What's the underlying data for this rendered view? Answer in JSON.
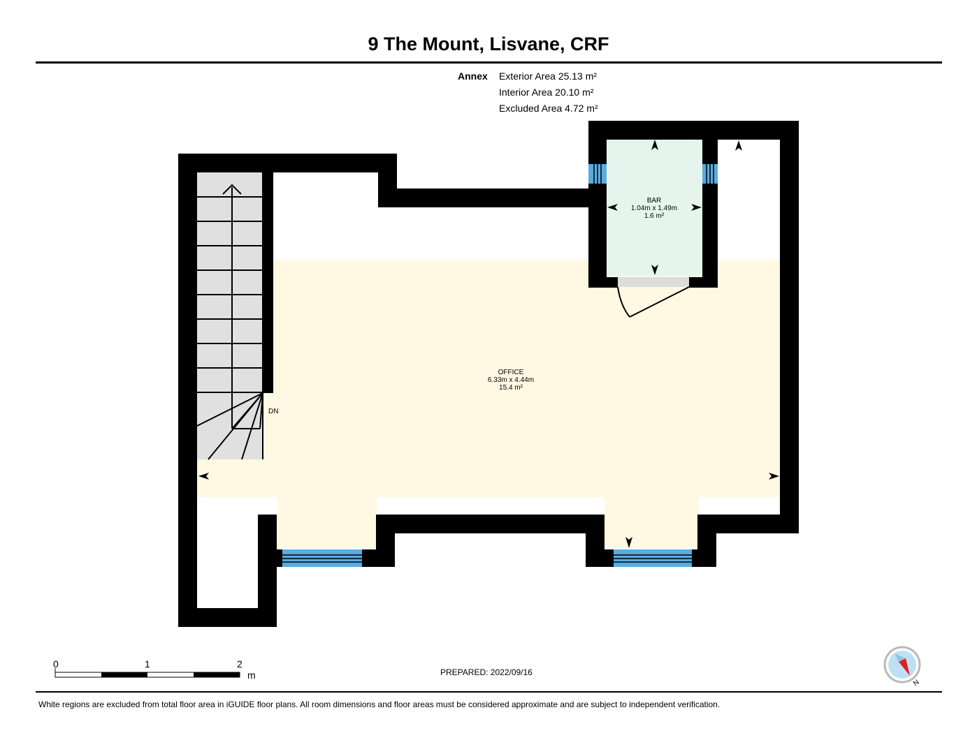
{
  "title": "9 The Mount, Lisvane, CRF",
  "areas": {
    "level_label": "Annex",
    "exterior": "Exterior Area 25.13 m²",
    "interior": "Interior Area 20.10 m²",
    "excluded": "Excluded Area 4.72 m²"
  },
  "rooms": {
    "bar": {
      "name": "BAR",
      "dims": "1.04m x 1.49m",
      "area": "1.6 m²",
      "color": "#e6f4ee"
    },
    "office": {
      "name": "OFFICE",
      "dims": "6.33m x 4.44m",
      "area": "15.4 m²",
      "color": "#fff8e3"
    }
  },
  "stair_label": "DN",
  "scale": {
    "tick_0": "0",
    "tick_1": "1",
    "tick_2": "2",
    "unit": "m"
  },
  "prepared": "PREPARED: 2022/09/16",
  "compass": {
    "north_label": "N",
    "icon": "compass-icon"
  },
  "disclaimer": "White regions are excluded from total floor area in iGUIDE floor plans. All room dimensions and floor areas must be considered approximate and are subject to independent verification.",
  "colors": {
    "wall": "#000000",
    "window": "#5aace0",
    "stairs": "#e0e0e0"
  }
}
